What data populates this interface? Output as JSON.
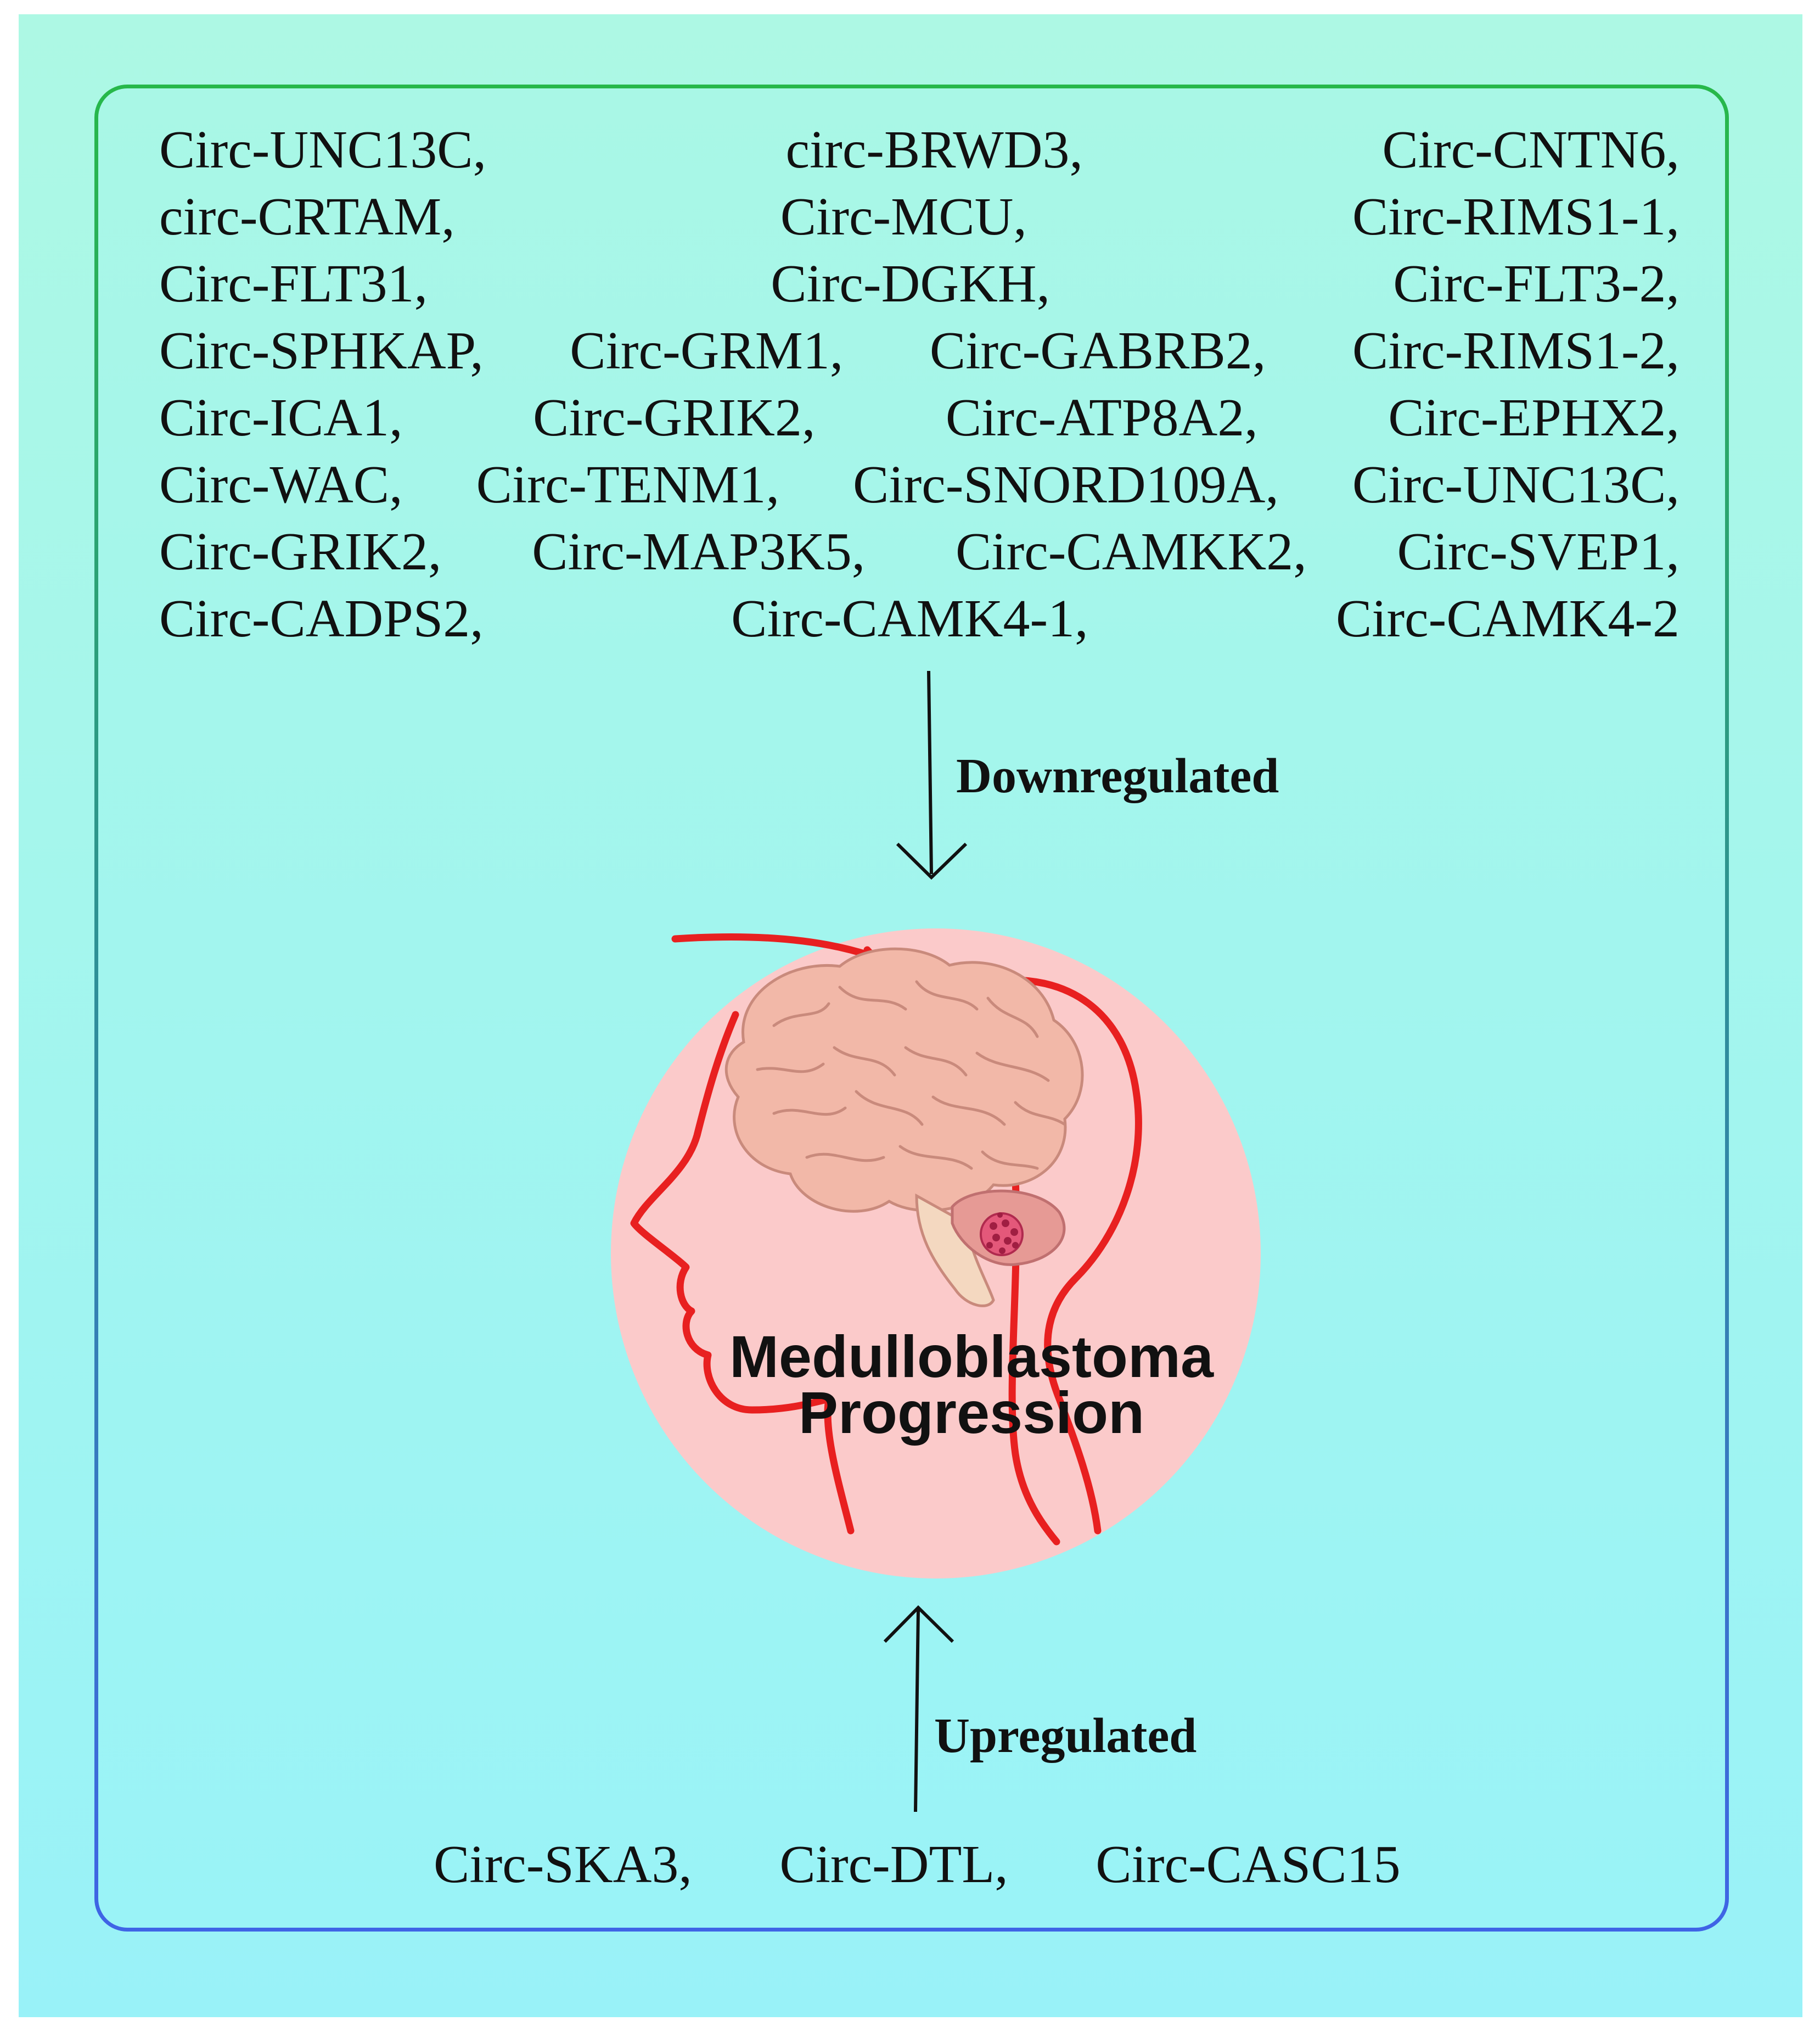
{
  "downregulated": {
    "rows": [
      [
        "Circ-UNC13C,",
        "circ-BRWD3,",
        "Circ-CNTN6,"
      ],
      [
        "circ-CRTAM,",
        "Circ-MCU,",
        "Circ-RIMS1-1,"
      ],
      [
        "Circ-FLT31,",
        "Circ-DGKH,",
        "Circ-FLT3-2,"
      ],
      [
        "Circ-SPHKAP,",
        "Circ-GRM1,",
        "Circ-GABRB2,",
        "Circ-RIMS1-2,"
      ],
      [
        "Circ-ICA1,",
        "Circ-GRIK2,",
        "Circ-ATP8A2,",
        "Circ-EPHX2,"
      ],
      [
        "Circ-WAC,",
        "Circ-TENM1,",
        "Circ-SNORD109A,",
        "Circ-UNC13C,"
      ],
      [
        "Circ-GRIK2,",
        "Circ-MAP3K5,",
        "Circ-CAMKK2,",
        "Circ-SVEP1,"
      ],
      [
        "Circ-CADPS2,",
        "Circ-CAMK4-1,",
        "Circ-CAMK4-2"
      ]
    ],
    "label": "Downregulated"
  },
  "center": {
    "line1": "Medulloblastoma",
    "line2": "Progression"
  },
  "upregulated": {
    "items": [
      "Circ-SKA3,",
      "Circ-DTL,",
      "Circ-CASC15"
    ],
    "label": "Upregulated"
  },
  "colors": {
    "background_top": "#adf8e4",
    "background_bottom": "#99f2f8",
    "frame_top": "#27b84a",
    "frame_bottom": "#3f64e6",
    "circle": "#fbcaca",
    "head_outline": "#e82020",
    "brain": "#f2b8a8"
  },
  "icons": {
    "brain": "brain-illustration",
    "tumor": "tumor-icon",
    "head": "head-profile-icon"
  }
}
